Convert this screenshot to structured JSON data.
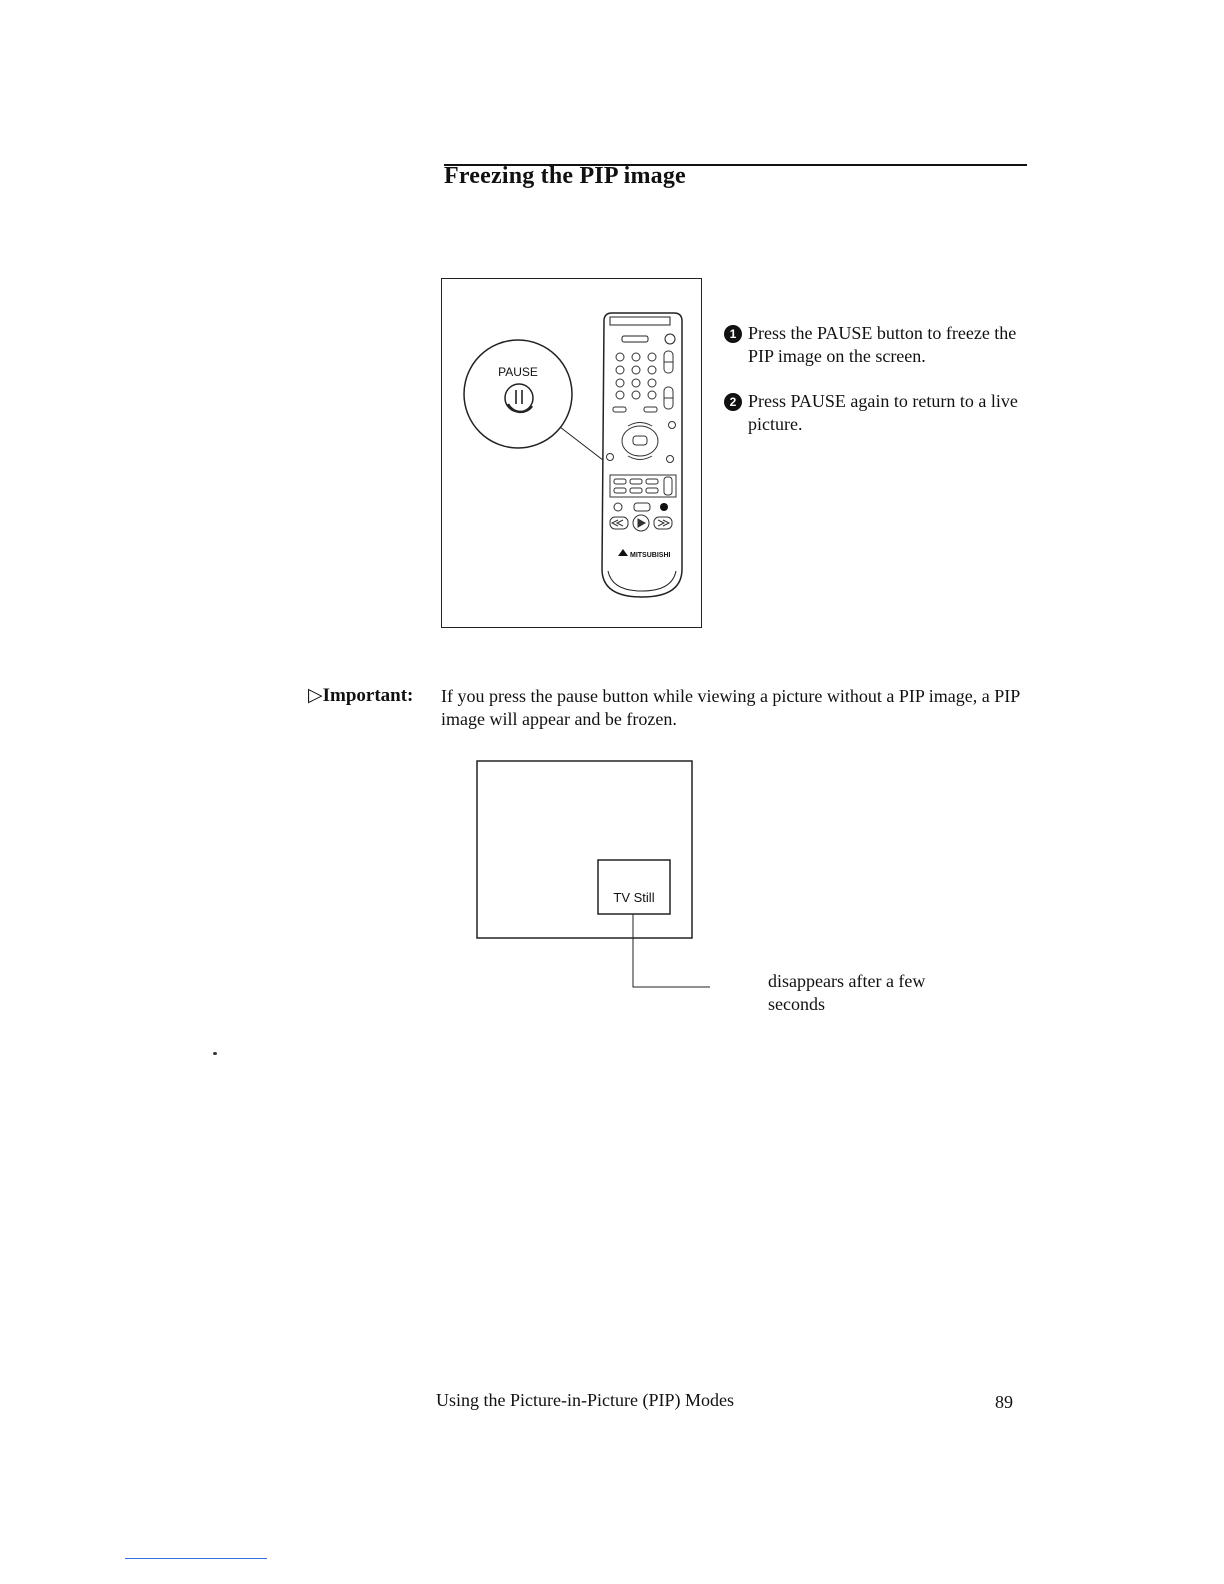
{
  "header": {
    "title": "Freezing the PIP image"
  },
  "figure1": {
    "callout_label": "PAUSE",
    "remote_brand": "MITSUBISHI",
    "icons": [
      "pause-button-icon",
      "remote-control-icon"
    ]
  },
  "steps": [
    {
      "number": "1",
      "text": "Press the PAUSE button to freeze the PIP image on the screen."
    },
    {
      "number": "2",
      "text": "Press PAUSE again to return to a live picture."
    }
  ],
  "important": {
    "label": "▷Important:",
    "text": "If you press the pause button while viewing a picture without a PIP image, a PIP image will appear and be frozen."
  },
  "figure2": {
    "pip_label": "TV Still",
    "caption": "disappears after a few seconds"
  },
  "footer": {
    "section_title": "Using the Picture-in-Picture (PIP) Modes",
    "page_number": "89"
  }
}
